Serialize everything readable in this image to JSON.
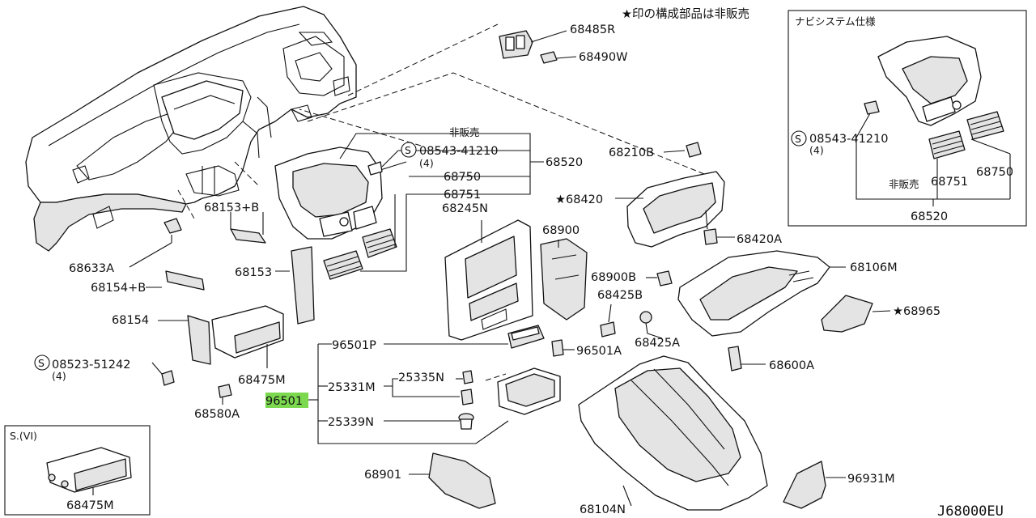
{
  "header": {
    "note": "★印の構成部品は非販売",
    "inset_title": "ナビシステム仕様",
    "diagram_code": "J68000EU"
  },
  "labels": {
    "p68485R": "68485R",
    "p68490W": "68490W",
    "p68153B": "68153+B",
    "p68633A": "68633A",
    "p68154B": "68154+B",
    "p68153": "68153",
    "p68154": "68154",
    "p68475M": "68475M",
    "p68580A": "68580A",
    "s08523": "08523-51242",
    "s08523_qty": "(4)",
    "hanbai_main": "非販売",
    "s08543": "08543-41210",
    "s08543_qty": "(4)",
    "p68750": "68750",
    "p68751": "68751",
    "p68520": "68520",
    "p68245N": "68245N",
    "p68900": "68900",
    "p68210B": "68210B",
    "p68420": "68420",
    "p68420A": "68420A",
    "p68900B": "68900B",
    "p68106M": "68106M",
    "p68425B": "68425B",
    "p68425A": "68425A",
    "p68965": "68965",
    "p68600A": "68600A",
    "p96501P": "96501P",
    "p96501A": "96501A",
    "p25331M": "25331M",
    "p25335N": "25335N",
    "p96501": "96501",
    "p25339N": "25339N",
    "p68901": "68901",
    "p68104N": "68104N",
    "p96931M": "96931M"
  },
  "inset_nav": {
    "s08543": "08543-41210",
    "s08543_qty": "(4)",
    "hanbai": "非販売",
    "p68751": "68751",
    "p68750": "68750",
    "p68520": "68520"
  },
  "inset_sv": {
    "title": "S.(VI)",
    "p68475M": "68475M"
  },
  "highlight": {
    "part": "96501",
    "color": "#7bd84f"
  },
  "colors": {
    "line": "#111111",
    "fill": "#ffffff",
    "shade": "#e4e4e4"
  }
}
